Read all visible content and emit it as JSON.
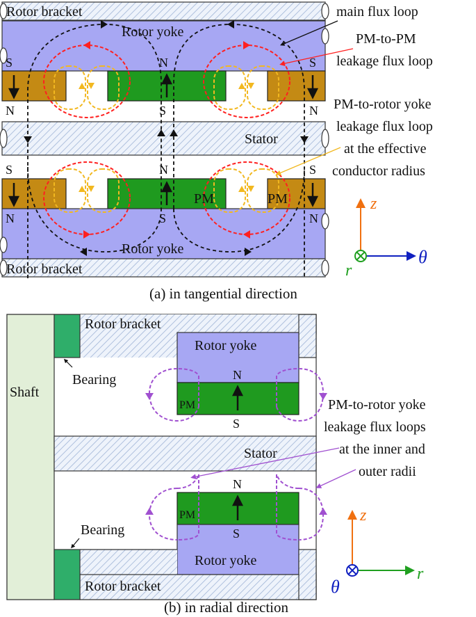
{
  "panel_a": {
    "rotor_bracket": "Rotor bracket",
    "rotor_yoke": "Rotor yoke",
    "stator": "Stator",
    "pm": "PM",
    "pole_n": "N",
    "pole_s": "S",
    "main_flux_loop": "main flux loop",
    "pm_to_pm_line1": "PM-to-PM",
    "pm_to_pm_line2": "leakage flux loop",
    "pm_yoke_line1": "PM-to-rotor yoke",
    "pm_yoke_line2": "leakage flux loop",
    "pm_yoke_line3": "at the effective",
    "pm_yoke_line4": "conductor radius",
    "axis_z": "z",
    "axis_theta": "θ",
    "axis_r": "r",
    "caption": "(a) in tangential direction"
  },
  "panel_b": {
    "shaft": "Shaft",
    "rotor_bracket": "Rotor bracket",
    "rotor_yoke": "Rotor yoke",
    "bearing": "Bearing",
    "stator": "Stator",
    "pm": "PM",
    "pole_n": "N",
    "pole_s": "S",
    "loops_line1": "PM-to-rotor yoke",
    "loops_line2": "leakage flux loops",
    "loops_line3": "at the inner and",
    "loops_line4": "outer radii",
    "axis_z": "z",
    "axis_r": "r",
    "axis_theta": "θ",
    "caption": "(b) in radial direction"
  },
  "colors": {
    "yoke": "#a7a7f3",
    "pm_green": "#1f9a1f",
    "pm_brown": "#c48a14",
    "shaft": "#e2efd8",
    "bearing": "#2fae6a",
    "hatch": "#9fb4d6",
    "main_loop": "#111111",
    "pm_pm_loop": "#ff2020",
    "yoke_loop": "#f2b820",
    "radial_loop": "#a050d0",
    "axis_z": "#f07010",
    "axis_theta": "#1020c0",
    "axis_r": "#20a020"
  }
}
